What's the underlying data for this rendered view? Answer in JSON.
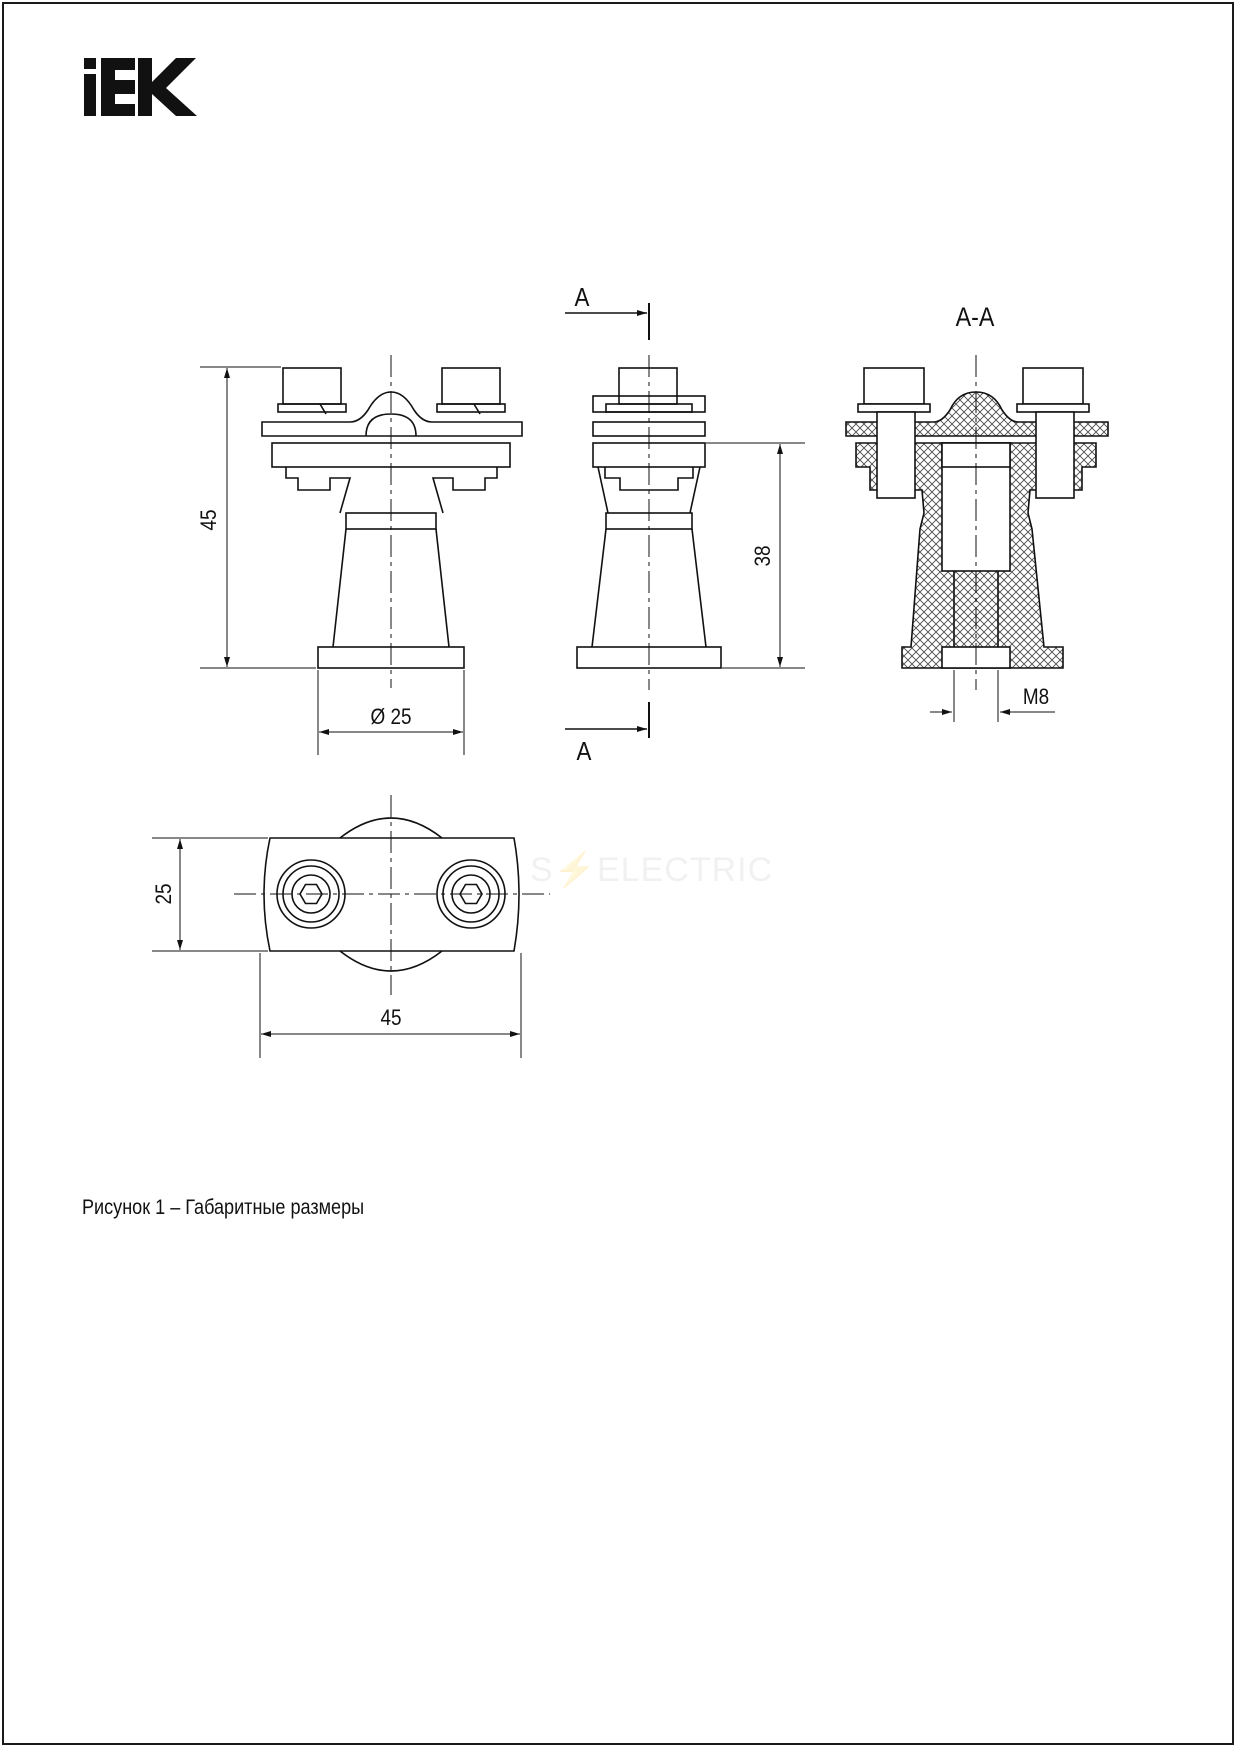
{
  "brand": {
    "logo_text": "IEK"
  },
  "labels": {
    "section_arrow_top": "A",
    "section_arrow_bottom": "A",
    "section_title": "A-A"
  },
  "dimensions": {
    "height_total": "45",
    "height_body": "38",
    "diameter": "Ø 25",
    "thread": "M8",
    "plan_height": "25",
    "plan_width": "45"
  },
  "watermark": "S⚡ELECTRIC",
  "caption": "Рисунок 1 – Габаритные размеры",
  "colors": {
    "line": "#111111",
    "brand": "#111111",
    "hatch": "#333333"
  }
}
